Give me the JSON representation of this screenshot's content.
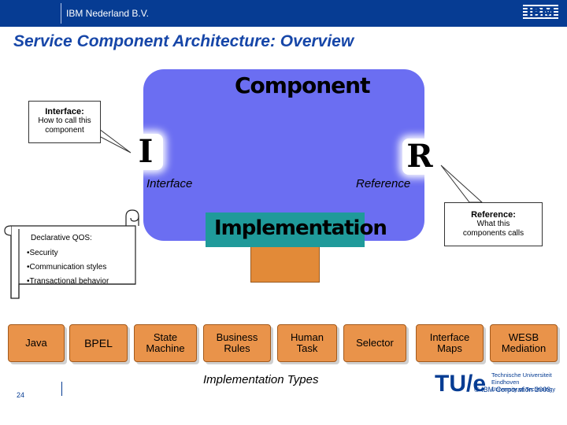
{
  "header": {
    "company": "IBM Nederland B.V.",
    "logo_text": "IBM"
  },
  "title": "Service Component Architecture: Overview",
  "component": {
    "title": "Component",
    "interface_letter": "I",
    "reference_letter": "R",
    "interface_label": "Interface",
    "reference_label": "Reference",
    "implementation_title": "Implementation"
  },
  "callouts": {
    "interface": {
      "heading": "Interface:",
      "line1": "How to call this",
      "line2": "component"
    },
    "reference": {
      "heading": "Reference:",
      "line1": "What this",
      "line2": "components calls"
    }
  },
  "qos": {
    "title": "Declarative QOS:",
    "items": [
      "•Security",
      "•Communication styles",
      "•Transactional behavior"
    ]
  },
  "implementation_types": {
    "label": "Implementation Types",
    "items": [
      {
        "line1": "Java",
        "line2": ""
      },
      {
        "line1": "BPEL",
        "line2": ""
      },
      {
        "line1": "State",
        "line2": "Machine"
      },
      {
        "line1": "Business",
        "line2": "Rules"
      },
      {
        "line1": "Human",
        "line2": "Task"
      },
      {
        "line1": "Selector",
        "line2": ""
      },
      {
        "line1": "Interface",
        "line2": "Maps"
      },
      {
        "line1": "WESB",
        "line2": "Mediation"
      }
    ]
  },
  "tue_logo": {
    "mark": "TU/e",
    "line1": "Technische Universiteit",
    "line2": "Eindhoven",
    "line3": "University of Technology"
  },
  "footer": {
    "page_number": "24",
    "copyright": "© IBM Corporation 2009"
  },
  "colors": {
    "header_bar": "#063c93",
    "title": "#1646a8",
    "component_box": "#6b6ef2",
    "implementation_box": "#1f9a9a",
    "implementation_stem": "#e28a38",
    "type_box": "#e9934a",
    "tue_red": "#c8102e"
  }
}
